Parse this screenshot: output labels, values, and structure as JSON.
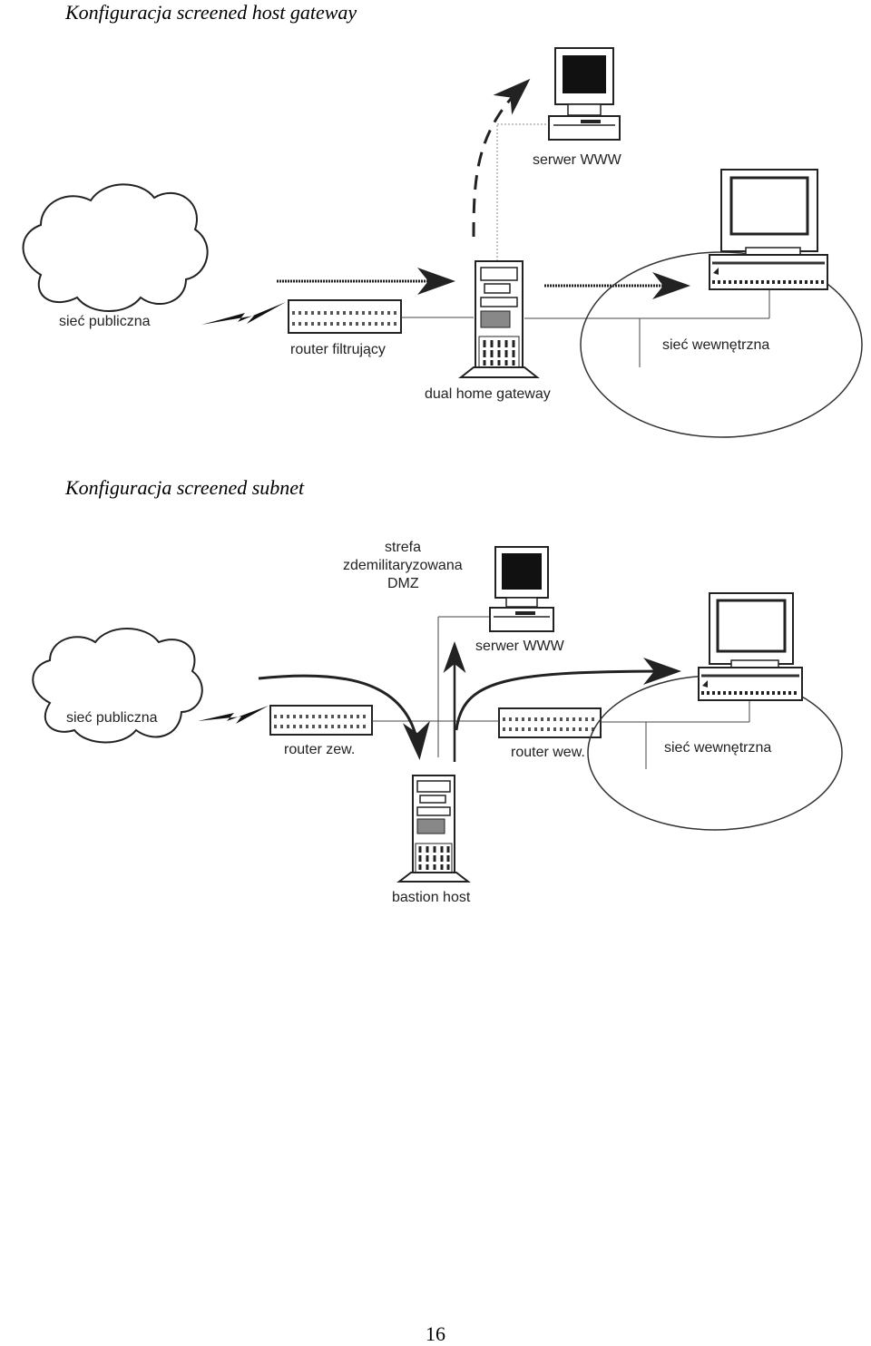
{
  "section1": {
    "heading": "Konfiguracja screened host gateway",
    "labels": {
      "public_net": "sieć publiczna",
      "router": "router filtrujący",
      "gateway": "dual home gateway",
      "web_server": "serwer WWW",
      "internal_net": "sieć wewnętrzna"
    }
  },
  "section2": {
    "heading": "Konfiguracja screened subnet",
    "labels": {
      "dmz_line1": "strefa",
      "dmz_line2": "zdemilitaryzowana",
      "dmz_line3": "DMZ",
      "public_net": "sieć publiczna",
      "router_ext": "router zew.",
      "web_server": "serwer WWW",
      "router_int": "router wew.",
      "internal_net": "sieć wewnętrzna",
      "bastion": "bastion host"
    }
  },
  "page_number": "16"
}
